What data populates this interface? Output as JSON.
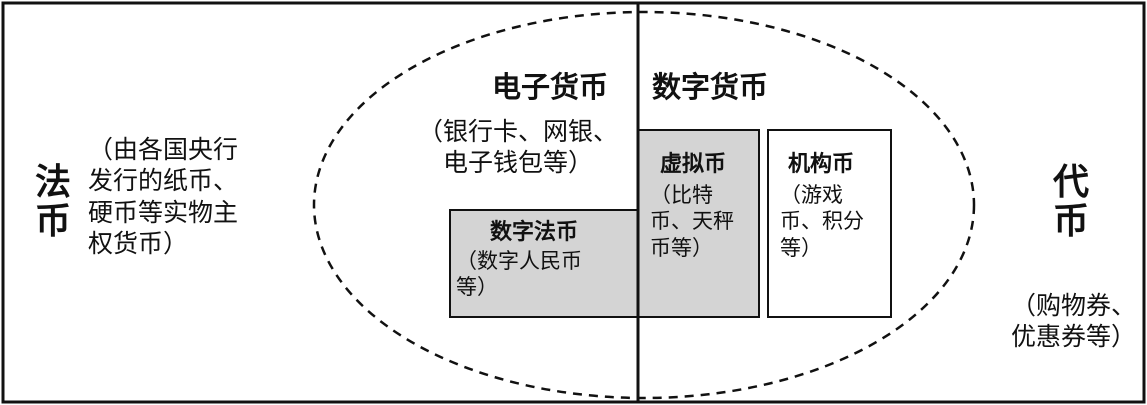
{
  "left": {
    "label": "法\n币",
    "description": "（由各国央行\n发行的纸币、\n硬币等实物主\n权货币）"
  },
  "right": {
    "label": "代\n币",
    "description": "（购物券、\n优惠券等）"
  },
  "ellipse": {
    "electronic_title": "电子货币",
    "digital_title": "数字货币",
    "electronic_examples": "（银行卡、网银、\n电子钱包等）"
  },
  "boxes": {
    "digital_fiat": {
      "title": "数字法币",
      "desc": "（数字人民币\n等）"
    },
    "virtual": {
      "title": "虚拟币",
      "desc": "（比特\n币、天秤\n币等）"
    },
    "institutional": {
      "title": "机构币",
      "desc": "（游戏\n币、积分\n等）"
    }
  },
  "colors": {
    "box_fill": "#d4d4d4",
    "stroke": "#111111"
  }
}
